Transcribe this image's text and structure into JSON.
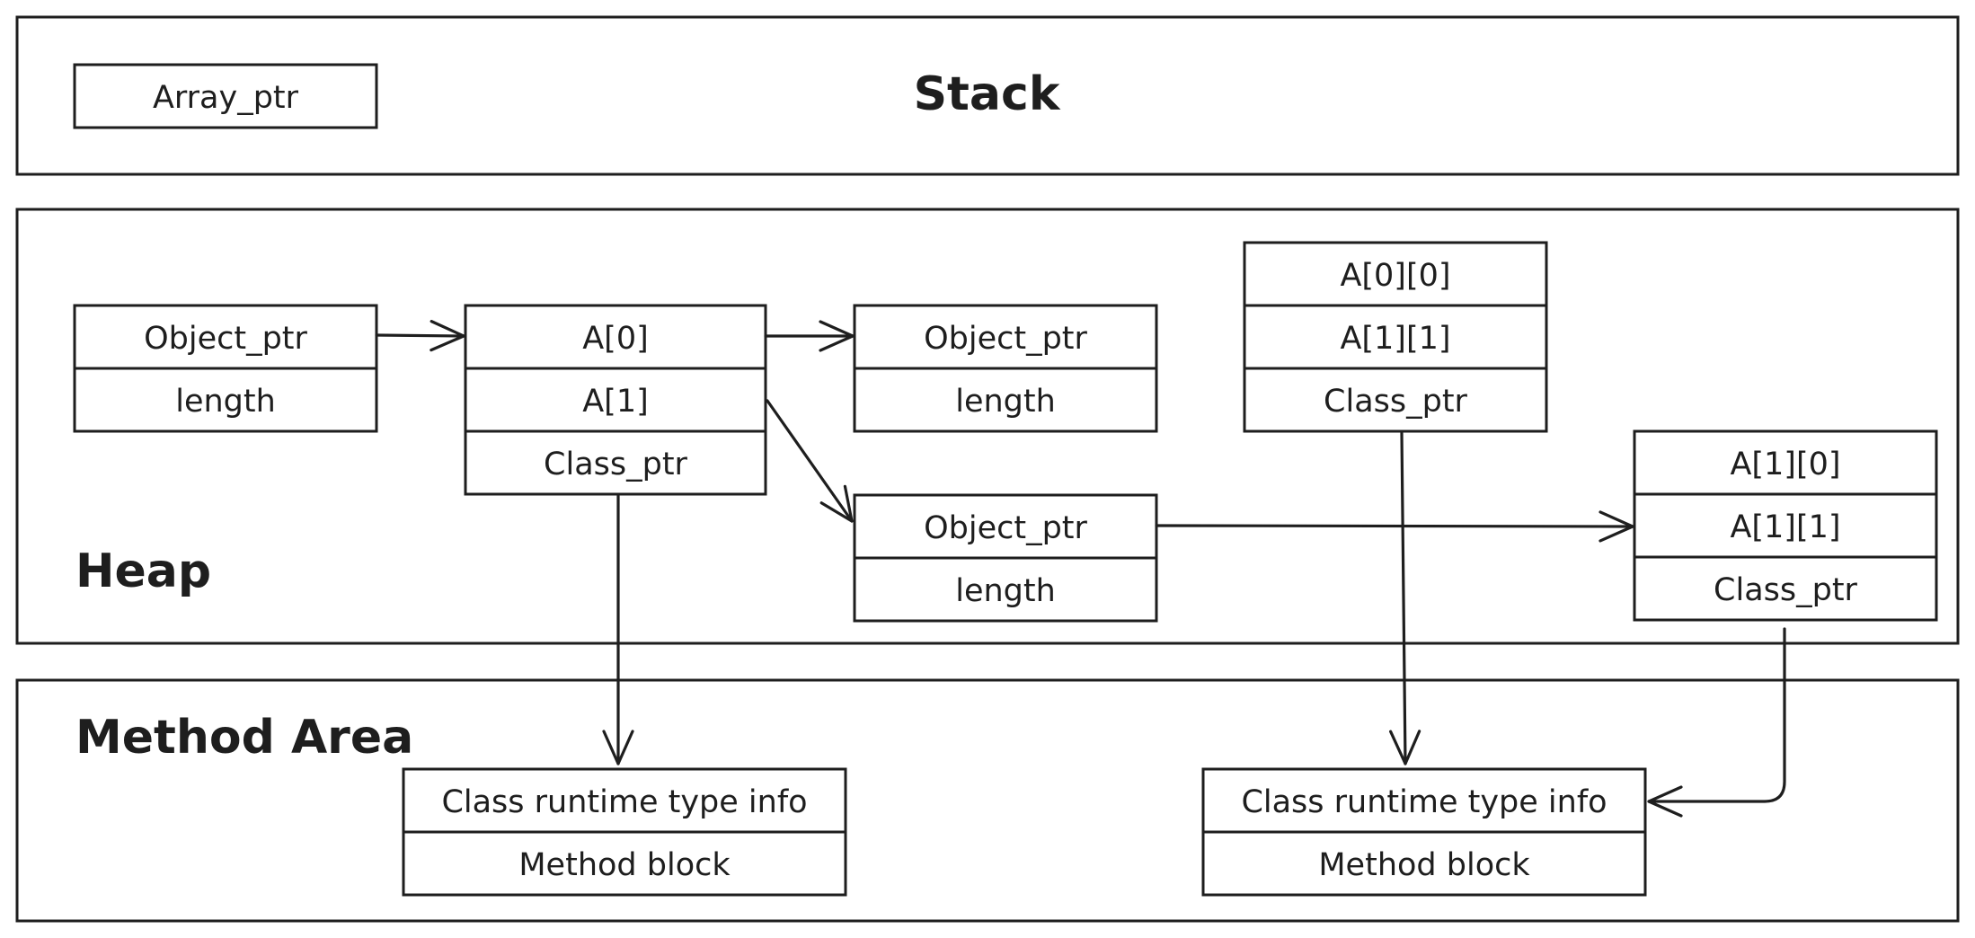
{
  "regions": {
    "stack": "Stack",
    "heap": "Heap",
    "method_area": "Method Area"
  },
  "stack": {
    "array_ptr": "Array_ptr"
  },
  "heap": {
    "array_ref": [
      "Object_ptr",
      "length"
    ],
    "outer_array": [
      "A[0]",
      "A[1]",
      "Class_ptr"
    ],
    "row0_ref": [
      "Object_ptr",
      "length"
    ],
    "row1_ref": [
      "Object_ptr",
      "length"
    ],
    "row0_array": [
      "A[0][0]",
      "A[1][1]",
      "Class_ptr"
    ],
    "row1_array": [
      "A[1][0]",
      "A[1][1]",
      "Class_ptr"
    ]
  },
  "method_area": {
    "class_info_left": [
      "Class runtime type info",
      "Method block"
    ],
    "class_info_right": [
      "Class runtime type info",
      "Method block"
    ]
  }
}
